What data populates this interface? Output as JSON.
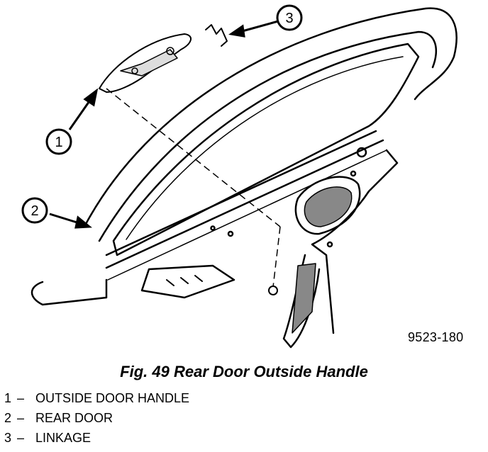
{
  "diagram": {
    "callouts": [
      "1",
      "2",
      "3"
    ],
    "figure_id": "9523-180"
  },
  "caption": "Fig. 49 Rear Door Outside Handle",
  "legend": [
    {
      "number": "1",
      "dash": "–",
      "label": "OUTSIDE DOOR HANDLE"
    },
    {
      "number": "2",
      "dash": "–",
      "label": "REAR DOOR"
    },
    {
      "number": "3",
      "dash": "–",
      "label": "LINKAGE"
    }
  ]
}
